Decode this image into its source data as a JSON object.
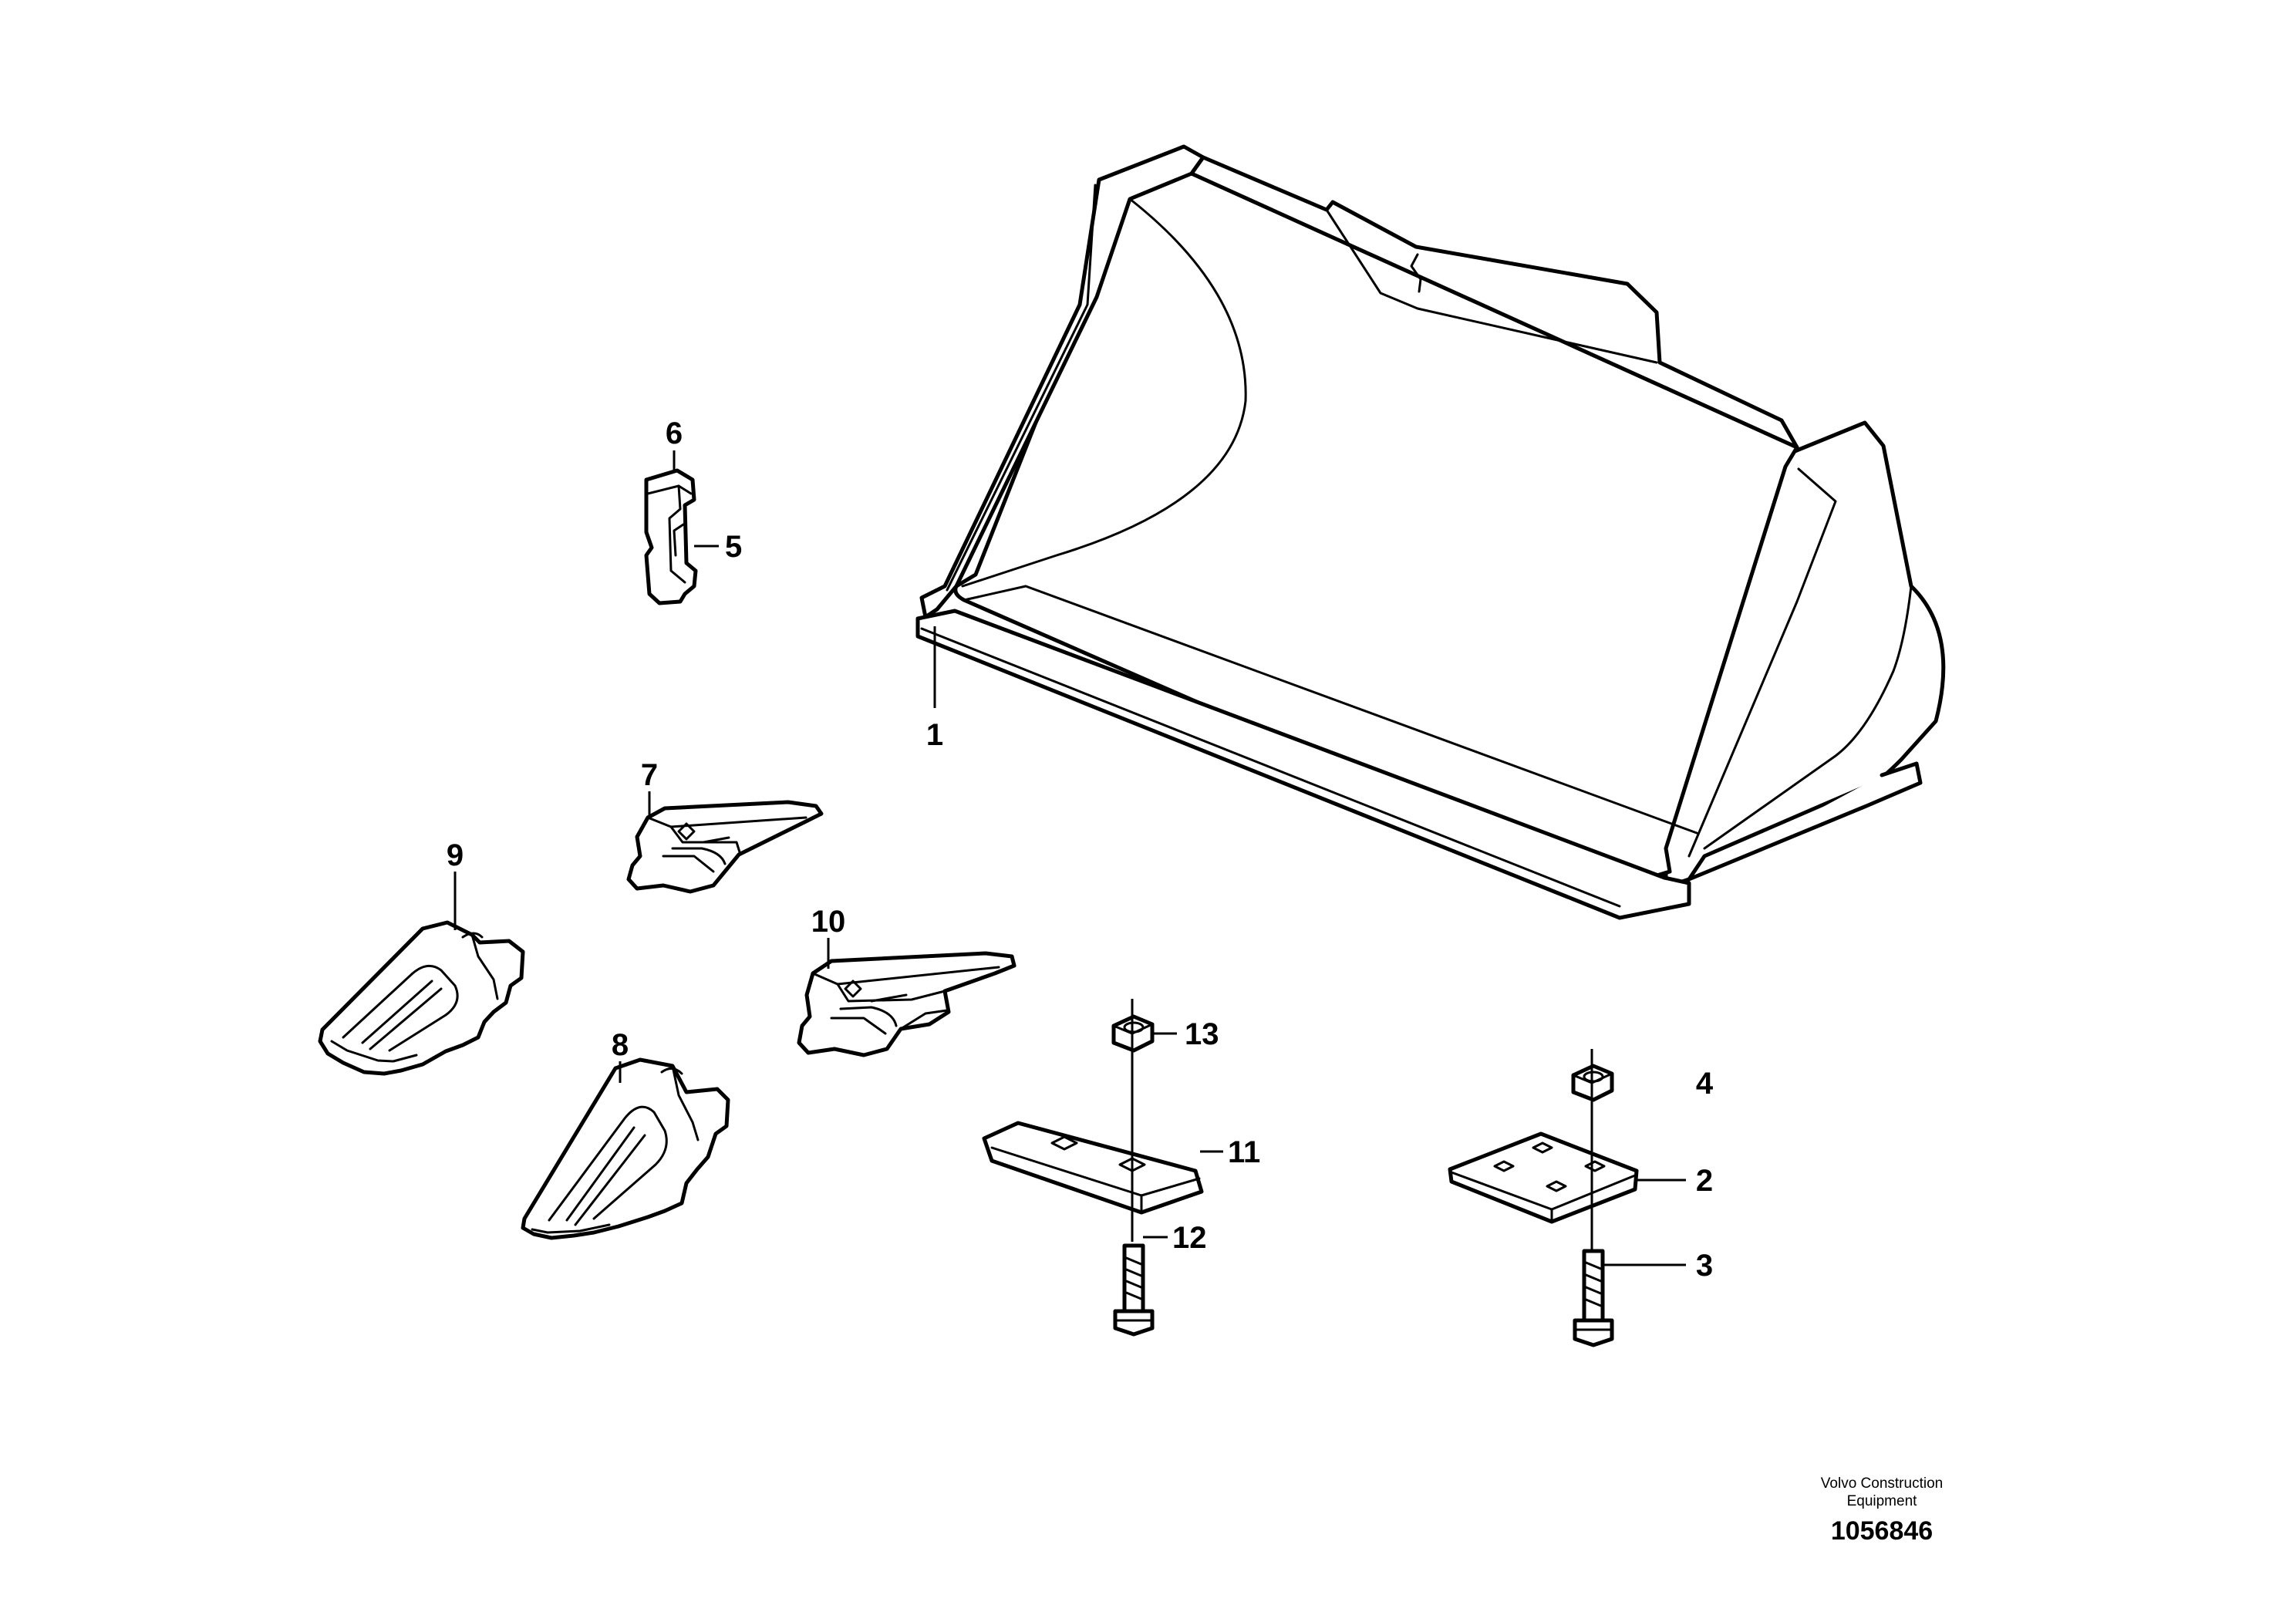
{
  "diagram": {
    "callouts": {
      "c1": "1",
      "c2": "2",
      "c3": "3",
      "c4": "4",
      "c5": "5",
      "c6": "6",
      "c7": "7",
      "c8": "8",
      "c9": "9",
      "c10": "10",
      "c11": "11",
      "c12": "12",
      "c13": "13"
    }
  },
  "footer": {
    "company_line1": "Volvo Construction",
    "company_line2": "Equipment",
    "drawing_number": "1056846"
  },
  "colors": {
    "line": "#000000",
    "background": "#ffffff"
  }
}
